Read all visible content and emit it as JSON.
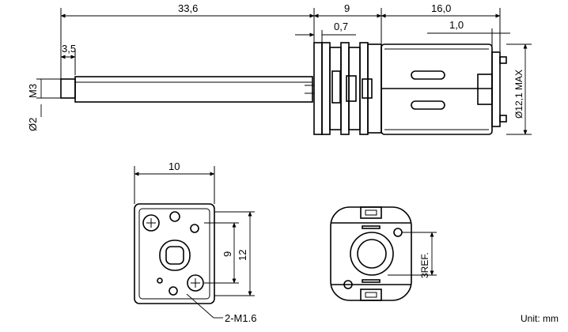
{
  "dimensions": {
    "overall_length": "33,6",
    "gearbox_length": "9",
    "gap": "0,7",
    "motor_length": "16,0",
    "terminal": "1,0",
    "shaft_flat": "3,5",
    "shaft_thread": "M3",
    "shaft_dia": "Ø2",
    "motor_dia": "Ø12,1  MAX",
    "front_width": "10",
    "front_inner": "9",
    "front_height": "12",
    "screws": "2-M1.6",
    "rear_ref": "3REF."
  },
  "units_label": "Unit: mm"
}
